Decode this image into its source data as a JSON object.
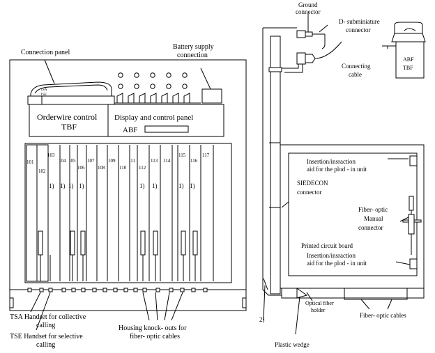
{
  "left_panel": {
    "labels": {
      "connection_panel": "Connection panel",
      "battery_supply_line1": "Battery supply",
      "battery_supply_line2": "connection",
      "orderwire_line1": "Orderwire control",
      "orderwire_line2": "TBF",
      "display_panel": "Display and control panel",
      "abf": "ABF",
      "tsa_small": "TSA",
      "tse_small": "TSE",
      "tsa_line1": "TSA Handset for collective",
      "tsa_line2": "calling",
      "tse_line1": "TSE Handset for selective",
      "tse_line2": "calling",
      "knockouts_line1": "Housing knock- outs for",
      "knockouts_line2": "fiber- optic cables"
    },
    "slots": [
      "101",
      "102",
      "103",
      "104",
      "105",
      "106",
      "107",
      "108",
      "109",
      "110",
      "111",
      "112",
      "113",
      "114",
      "115",
      "116",
      "117"
    ],
    "footnote_marks": [
      "1)",
      "1)",
      "1)",
      "1)",
      "1)",
      "1)",
      "1)",
      "1)"
    ]
  },
  "right_panel": {
    "labels": {
      "ground_line1": "Ground",
      "ground_line2": "connector",
      "dsub_line1": "D- subminiature",
      "dsub_line2": "connector",
      "conn_cable_line1": "Connecting",
      "conn_cable_line2": "cable",
      "abf": "ABF",
      "tbf": "TBF",
      "insertion_top_line1": "Insertion/insraction",
      "insertion_top_line2": "aid for the plod - in unit",
      "siedecon_line1": "SIEDECON",
      "siedecon_line2": "connector",
      "fiber_manual_line1": "Fiber- optic",
      "fiber_manual_line2": "Manual",
      "fiber_manual_line3": "connector",
      "printed_circuit": "Printed circuit board",
      "insertion_bot_line1": "Insertion/insraction",
      "insertion_bot_line2": "aid for the plod - in unit",
      "optical_holder_line1": "Optical fiber",
      "optical_holder_line2": "holder",
      "fiber_cables": "Fiber- optic cables",
      "plastic_wedge": "Plastic wedge",
      "note_two": "2)"
    }
  }
}
